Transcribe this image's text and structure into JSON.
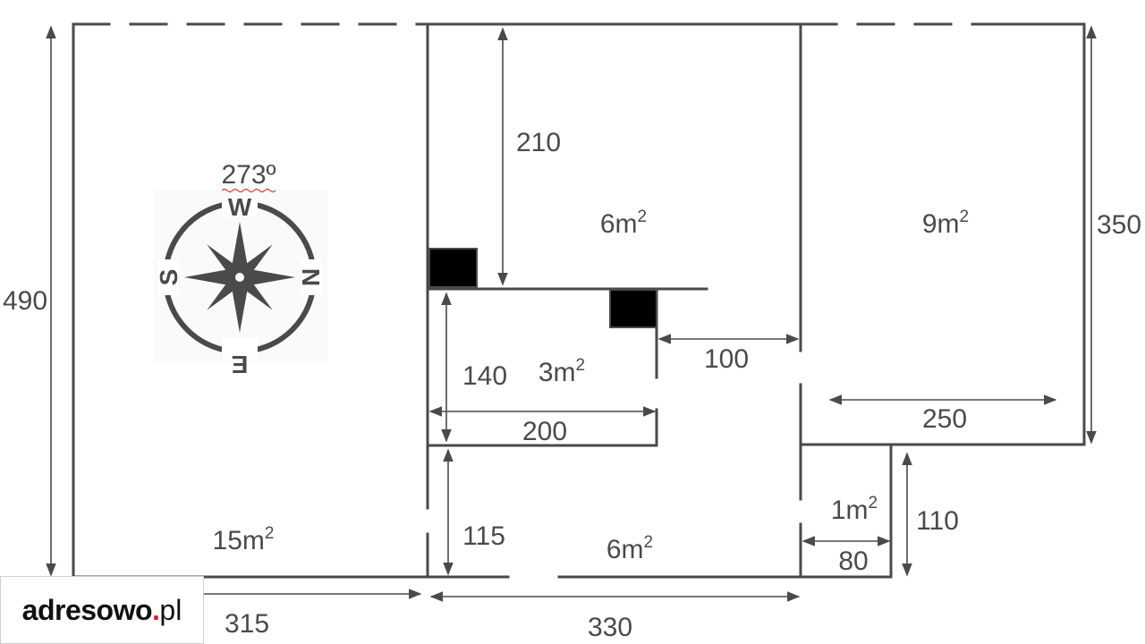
{
  "compass": {
    "bearing": "273º",
    "letters": {
      "top": "W",
      "right": "N",
      "bottom": "E",
      "left": "S"
    }
  },
  "rooms": [
    {
      "id": "living",
      "area": "15m",
      "sup": "2"
    },
    {
      "id": "room-top",
      "area": "6m",
      "sup": "2"
    },
    {
      "id": "room-right",
      "area": "9m",
      "sup": "2"
    },
    {
      "id": "small-room",
      "area": "3m",
      "sup": "2"
    },
    {
      "id": "hall",
      "area": "6m",
      "sup": "2"
    },
    {
      "id": "bath",
      "area": "1m",
      "sup": "2"
    }
  ],
  "dimensions": {
    "d490": "490",
    "d210": "210",
    "d350": "350",
    "d100": "100",
    "d140": "140",
    "d200": "200",
    "d250": "250",
    "d115": "115",
    "d110": "110",
    "d80": "80",
    "d315": "315",
    "d330": "330"
  },
  "logo": {
    "name": "adresowo",
    "dot": ".",
    "tld": "pl"
  }
}
